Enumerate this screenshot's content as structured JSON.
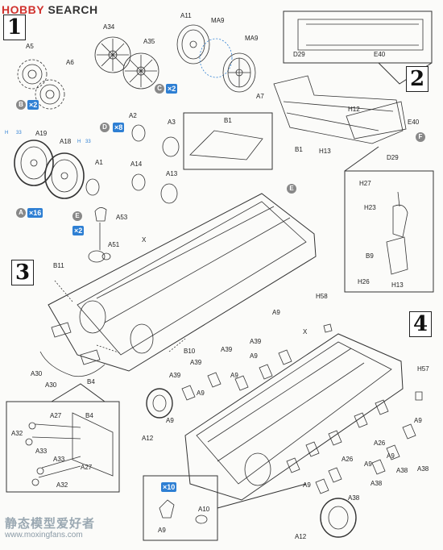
{
  "header": {
    "logo_text": "HOBBY",
    "logo_text2": "SEARCH"
  },
  "steps": [
    "1",
    "2",
    "3",
    "4"
  ],
  "callouts": {
    "a_mult": "×16",
    "b_mult": "×2",
    "c_mult": "×2",
    "d_mult": "×8",
    "e_mult": "×2",
    "a10_mult": "×10",
    "h_left": "H",
    "h_left_num": "33",
    "h_right": "H",
    "h_right_num": "33"
  },
  "letters": {
    "a": "A",
    "b": "B",
    "c": "C",
    "d": "D",
    "e": "E",
    "f": "F"
  },
  "parts": {
    "s1": [
      "A5",
      "A6",
      "A34",
      "A35",
      "A11",
      "MA9",
      "MA9",
      "A7",
      "B1",
      "A2",
      "A3",
      "D",
      "A19",
      "A18",
      "A1",
      "A14",
      "A13",
      "A53",
      "A51",
      "X",
      "E"
    ],
    "s2": [
      "D29",
      "E40",
      "H12",
      "E40",
      "B1",
      "H13",
      "D29",
      "H27",
      "H23",
      "B9",
      "H26",
      "H13"
    ],
    "s3": [
      "B11",
      "B10",
      "A30",
      "A30",
      "B4",
      "A27",
      "A32",
      "A33",
      "A33",
      "A27",
      "B4",
      "A32"
    ],
    "s4": [
      "H58",
      "A9",
      "A39",
      "X",
      "A39",
      "A9",
      "A39",
      "A9",
      "A39",
      "A9",
      "A9",
      "H57",
      "A12",
      "A9",
      "A26",
      "A9",
      "A26",
      "A38",
      "A9",
      "A38",
      "A38",
      "A9",
      "A38",
      "A10",
      "A9",
      "A12"
    ]
  },
  "watermark": {
    "name": "静态模型爱好者",
    "url": "www.moxingfans.com"
  }
}
